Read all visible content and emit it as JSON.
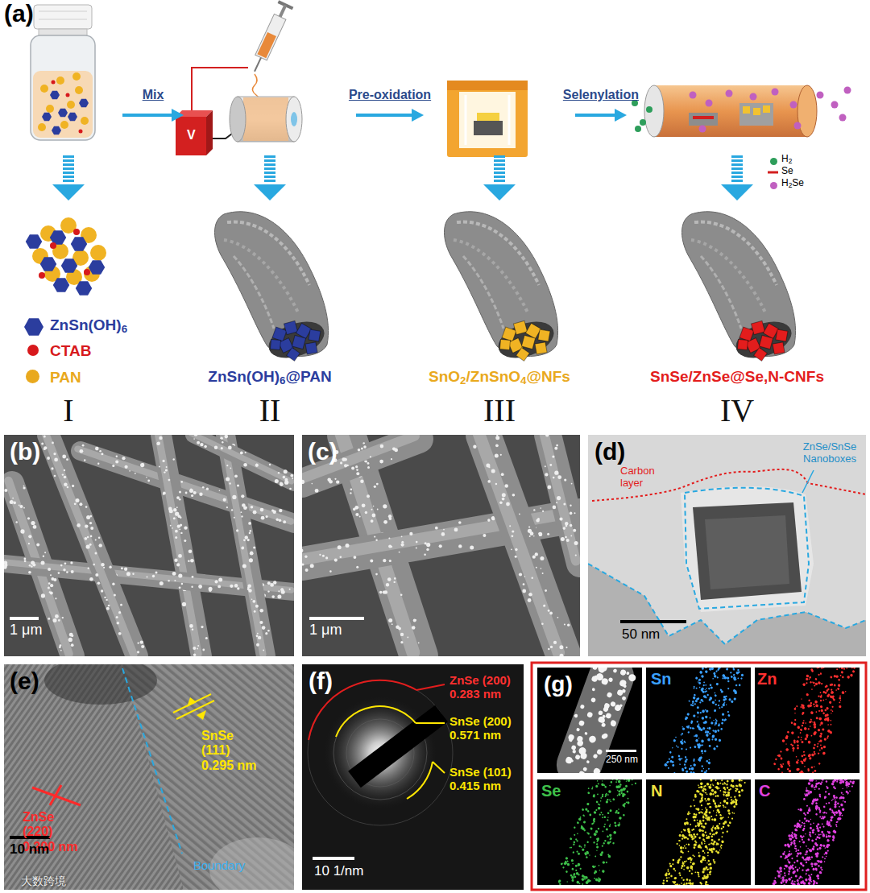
{
  "diagram": {
    "nodes": [
      {
        "text": [
          "I"
        ]
      },
      {
        "text": [
          "ZnSn(OH)6@PAN",
          "II"
        ]
      },
      {
        "text": [
          "SnO2/ZnSnO4@NFs",
          "III"
        ]
      },
      {
        "text": [
          "SnSe/ZnSe@Se,N-CNFs",
          "IV"
        ]
      }
    ],
    "edges": [
      {
        "from": 0,
        "to": 1,
        "label": "Mix",
        "arrow": "to"
      },
      {
        "from": 1,
        "to": 2,
        "label": "Pre-oxidation",
        "arrow": "to"
      },
      {
        "from": 2,
        "to": 3,
        "label": "Selenylation",
        "arrow": "to"
      }
    ],
    "labels": [
      "(a)",
      "V",
      "(b)",
      "1 μm",
      "(c)",
      "1 μm",
      "(d)",
      "Carbon layer",
      "ZnSe/SnSe Nanoboxes",
      "50 nm",
      "(e)",
      "SnSe (111) 0.295 nm",
      "ZnSe (220) 0.200 nm",
      "Boundary",
      "10 nm",
      "(f)",
      "ZnSe (200) 0.283 nm",
      "SnSe (200) 0.571 nm",
      "SnSe (101) 0.415 nm",
      "10 1/nm",
      "(g)",
      "250 nm",
      "Sn",
      "Zn",
      "Se",
      "N",
      "C",
      "大数跨境"
    ],
    "legend": [
      {
        "text": "ZnSn(OH)6",
        "color": "#2b3d9e"
      },
      {
        "text": "CTAB",
        "color": "#d7191c"
      },
      {
        "text": "PAN",
        "color": "#e9a91e"
      },
      {
        "text": "H2",
        "color": "#2e9e5b"
      },
      {
        "text": "Se"
      },
      {
        "text": "H2Se",
        "color": "#c060c0"
      }
    ]
  }
}
